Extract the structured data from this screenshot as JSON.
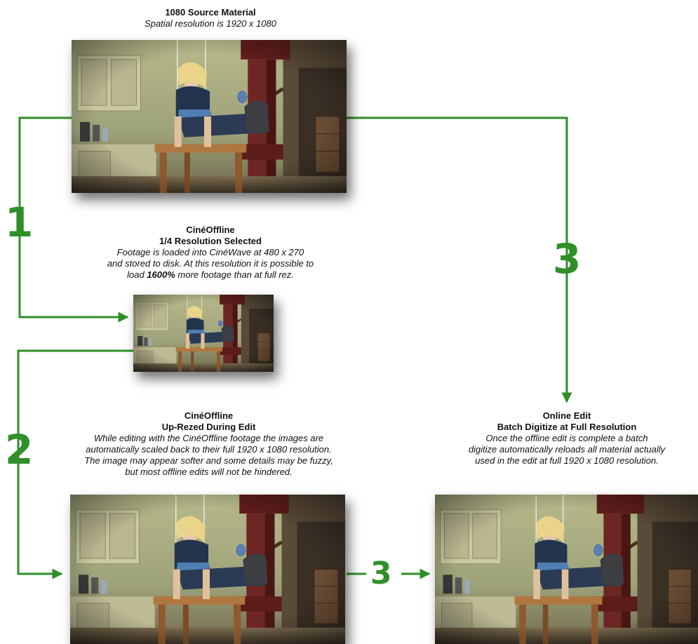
{
  "source": {
    "title": "1080 Source Material",
    "desc": "Spatial resolution is 1920 x 1080"
  },
  "offline": {
    "title": "CinéOffline",
    "subtitle": "1/4 Resolution Selected",
    "desc_lines": [
      "Footage is loaded into CinéWave at 480 x 270",
      "and stored to disk. At this resolution it is possible to",
      "load ",
      "1600%",
      " more footage than at full rez."
    ]
  },
  "uprez": {
    "title": "CinéOffline",
    "subtitle": "Up-Rezed During Edit",
    "desc_lines": [
      "While editing with the CinéOffline footage the images are",
      "automatically scaled back to their full 1920 x 1080 resolution.",
      "The image may appear softer and some details may be fuzzy,",
      "but most offline edits will not be hindered."
    ]
  },
  "online": {
    "title": "Online Edit",
    "subtitle": "Batch Digitize at Full Resolution",
    "desc_lines": [
      "Once the offline edit is complete a batch",
      "digitize automatically reloads all material actually",
      "used in the edit at full 1920 x 1080 resolution."
    ]
  },
  "steps": {
    "one": "1",
    "two": "2",
    "three_right": "3",
    "three_bottom": "3"
  },
  "colors": {
    "arrow": "#2f8f28",
    "step_number": "#2f8f28"
  }
}
